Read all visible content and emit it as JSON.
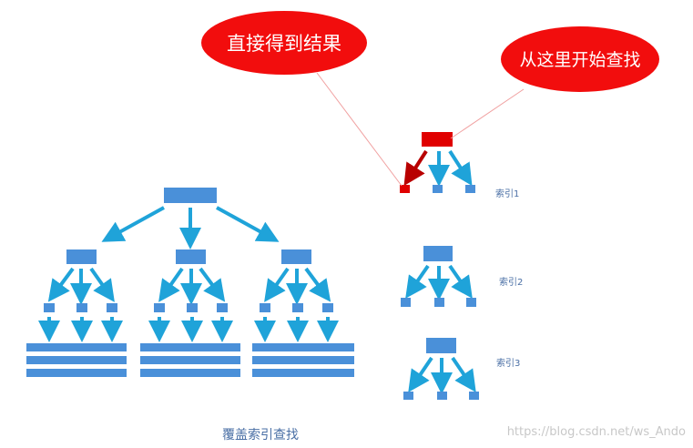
{
  "callouts": {
    "direct_result": "直接得到结果",
    "start_here": "从这里开始查找"
  },
  "index_labels": [
    "索引1",
    "索引2",
    "索引3"
  ],
  "caption": "覆盖索引查找",
  "watermark": "https://blog.csdn.net/ws_Ando",
  "colors": {
    "node": "#4a90d9",
    "arrow": "#1fa3d9",
    "highlight": "#e00000",
    "highlight_arrow": "#b80000",
    "bubble": "#f20d0d"
  }
}
